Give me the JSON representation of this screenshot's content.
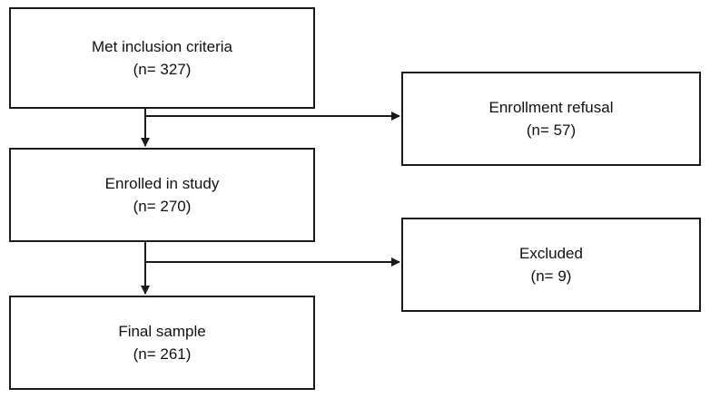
{
  "flow": {
    "met_inclusion": {
      "label": "Met inclusion criteria",
      "count": "(n= 327)"
    },
    "enrolled": {
      "label": "Enrolled in study",
      "count": "(n= 270)"
    },
    "final_sample": {
      "label": "Final sample",
      "count": "(n= 261)"
    },
    "enrollment_refusal": {
      "label": "Enrollment refusal",
      "count": "(n= 57)"
    },
    "excluded": {
      "label": "Excluded",
      "count": "(n= 9)"
    }
  },
  "colors": {
    "stroke": "#1a1a1a",
    "background": "#ffffff"
  }
}
